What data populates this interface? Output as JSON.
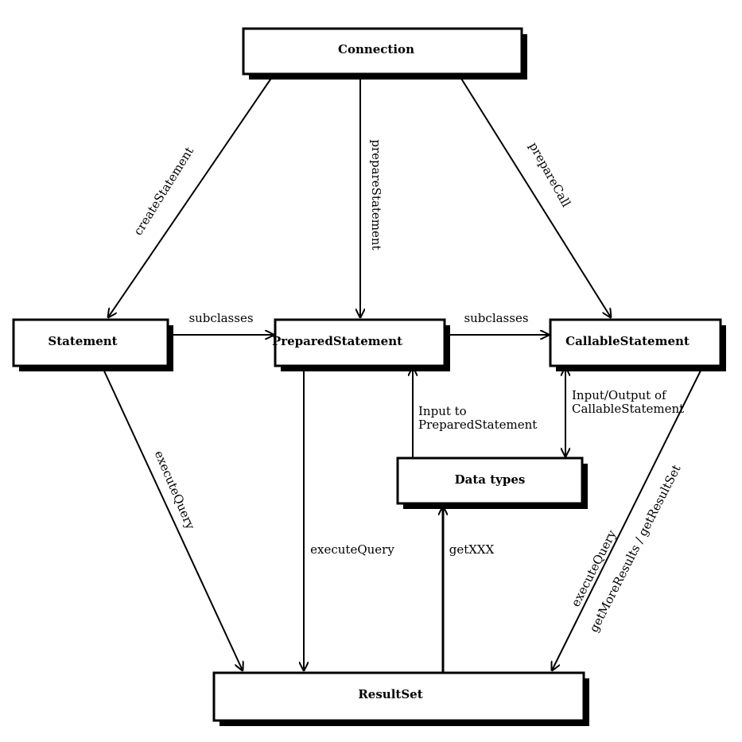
{
  "nodes": {
    "connection": "Connection",
    "statement": "Statement",
    "prepared_statement": "PreparedStatement",
    "callable_statement": "CallableStatement",
    "data_types": "Data types",
    "result_set": "ResultSet"
  },
  "edges": {
    "create_statement": "createStatement",
    "prepare_statement": "prepareStatement",
    "prepare_call": "prepareCall",
    "subclasses_statement": "subclasses",
    "subclasses_prepared": "subclasses",
    "statement_execute_query": "executeQuery",
    "prepared_execute_query": "executeQuery",
    "input_prepared_line1": "Input to",
    "input_prepared_line2": "PreparedStatement",
    "input_output_callable_line1": "Input/Output of",
    "input_output_callable_line2": "CallableStatement",
    "get_xxx": "getXXX",
    "callable_execute_query": "executeQuery",
    "callable_more_results": "getMoreResults / getResultSet"
  }
}
